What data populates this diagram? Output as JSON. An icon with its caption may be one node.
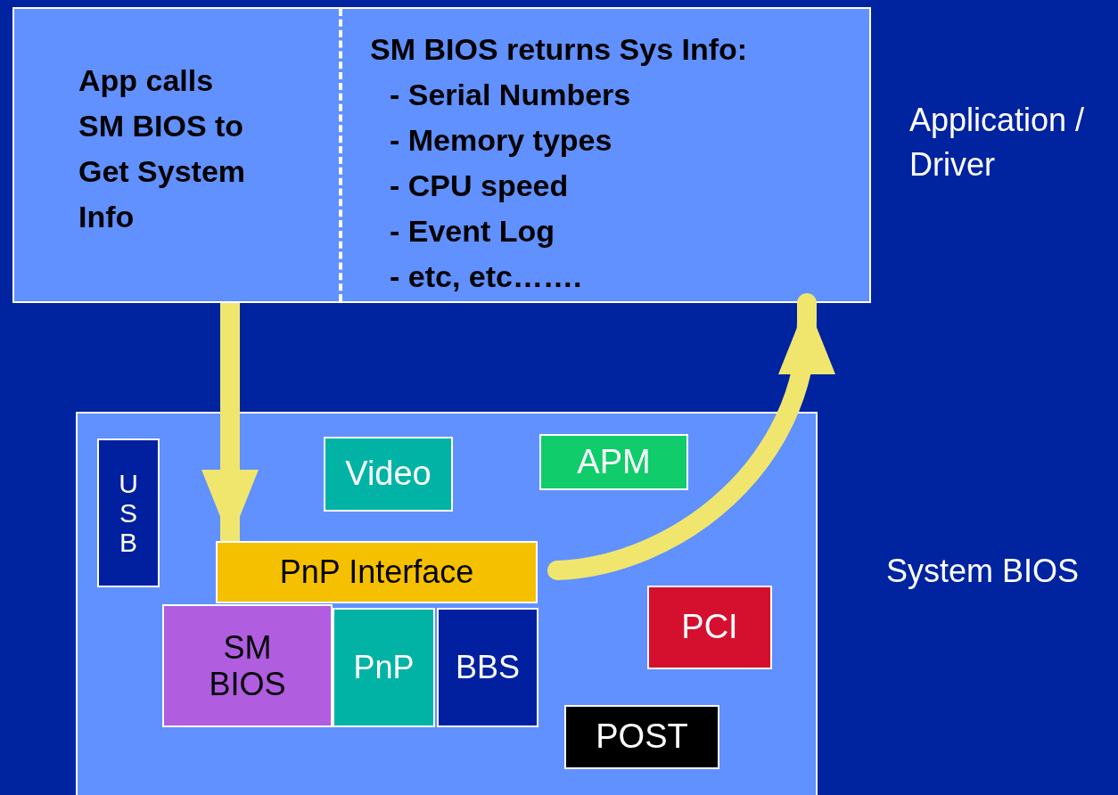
{
  "diagram": {
    "nodes": [
      {
        "text": [
          "App calls SM BIOS to Get System Info",
          "SM BIOS returns Sys Info:",
          "- Serial Numbers",
          "- Memory types",
          "- CPU speed",
          "- Event Log",
          "- etc, etc……."
        ],
        "beside": [
          "Application / Driver"
        ]
      },
      {
        "text": [],
        "shape": "box",
        "beside": [
          "System BIOS"
        ]
      },
      {
        "text": [
          "USB"
        ],
        "in": 1
      },
      {
        "text": [
          "Video"
        ],
        "in": 1
      },
      {
        "text": [
          "APM"
        ],
        "in": 1
      },
      {
        "text": [
          "PnP Interface"
        ],
        "in": 1
      },
      {
        "text": [
          "SM BIOS"
        ],
        "in": 1
      },
      {
        "text": [
          "PnP"
        ],
        "in": 1
      },
      {
        "text": [
          "BBS"
        ],
        "in": 1
      },
      {
        "text": [
          "PCI"
        ],
        "in": 1
      },
      {
        "text": [
          "POST"
        ],
        "in": 1
      }
    ],
    "edges": [
      {
        "from": 0,
        "to": 5,
        "arrow": "to"
      },
      {
        "from": 5,
        "to": 0,
        "arrow": "to"
      }
    ]
  }
}
